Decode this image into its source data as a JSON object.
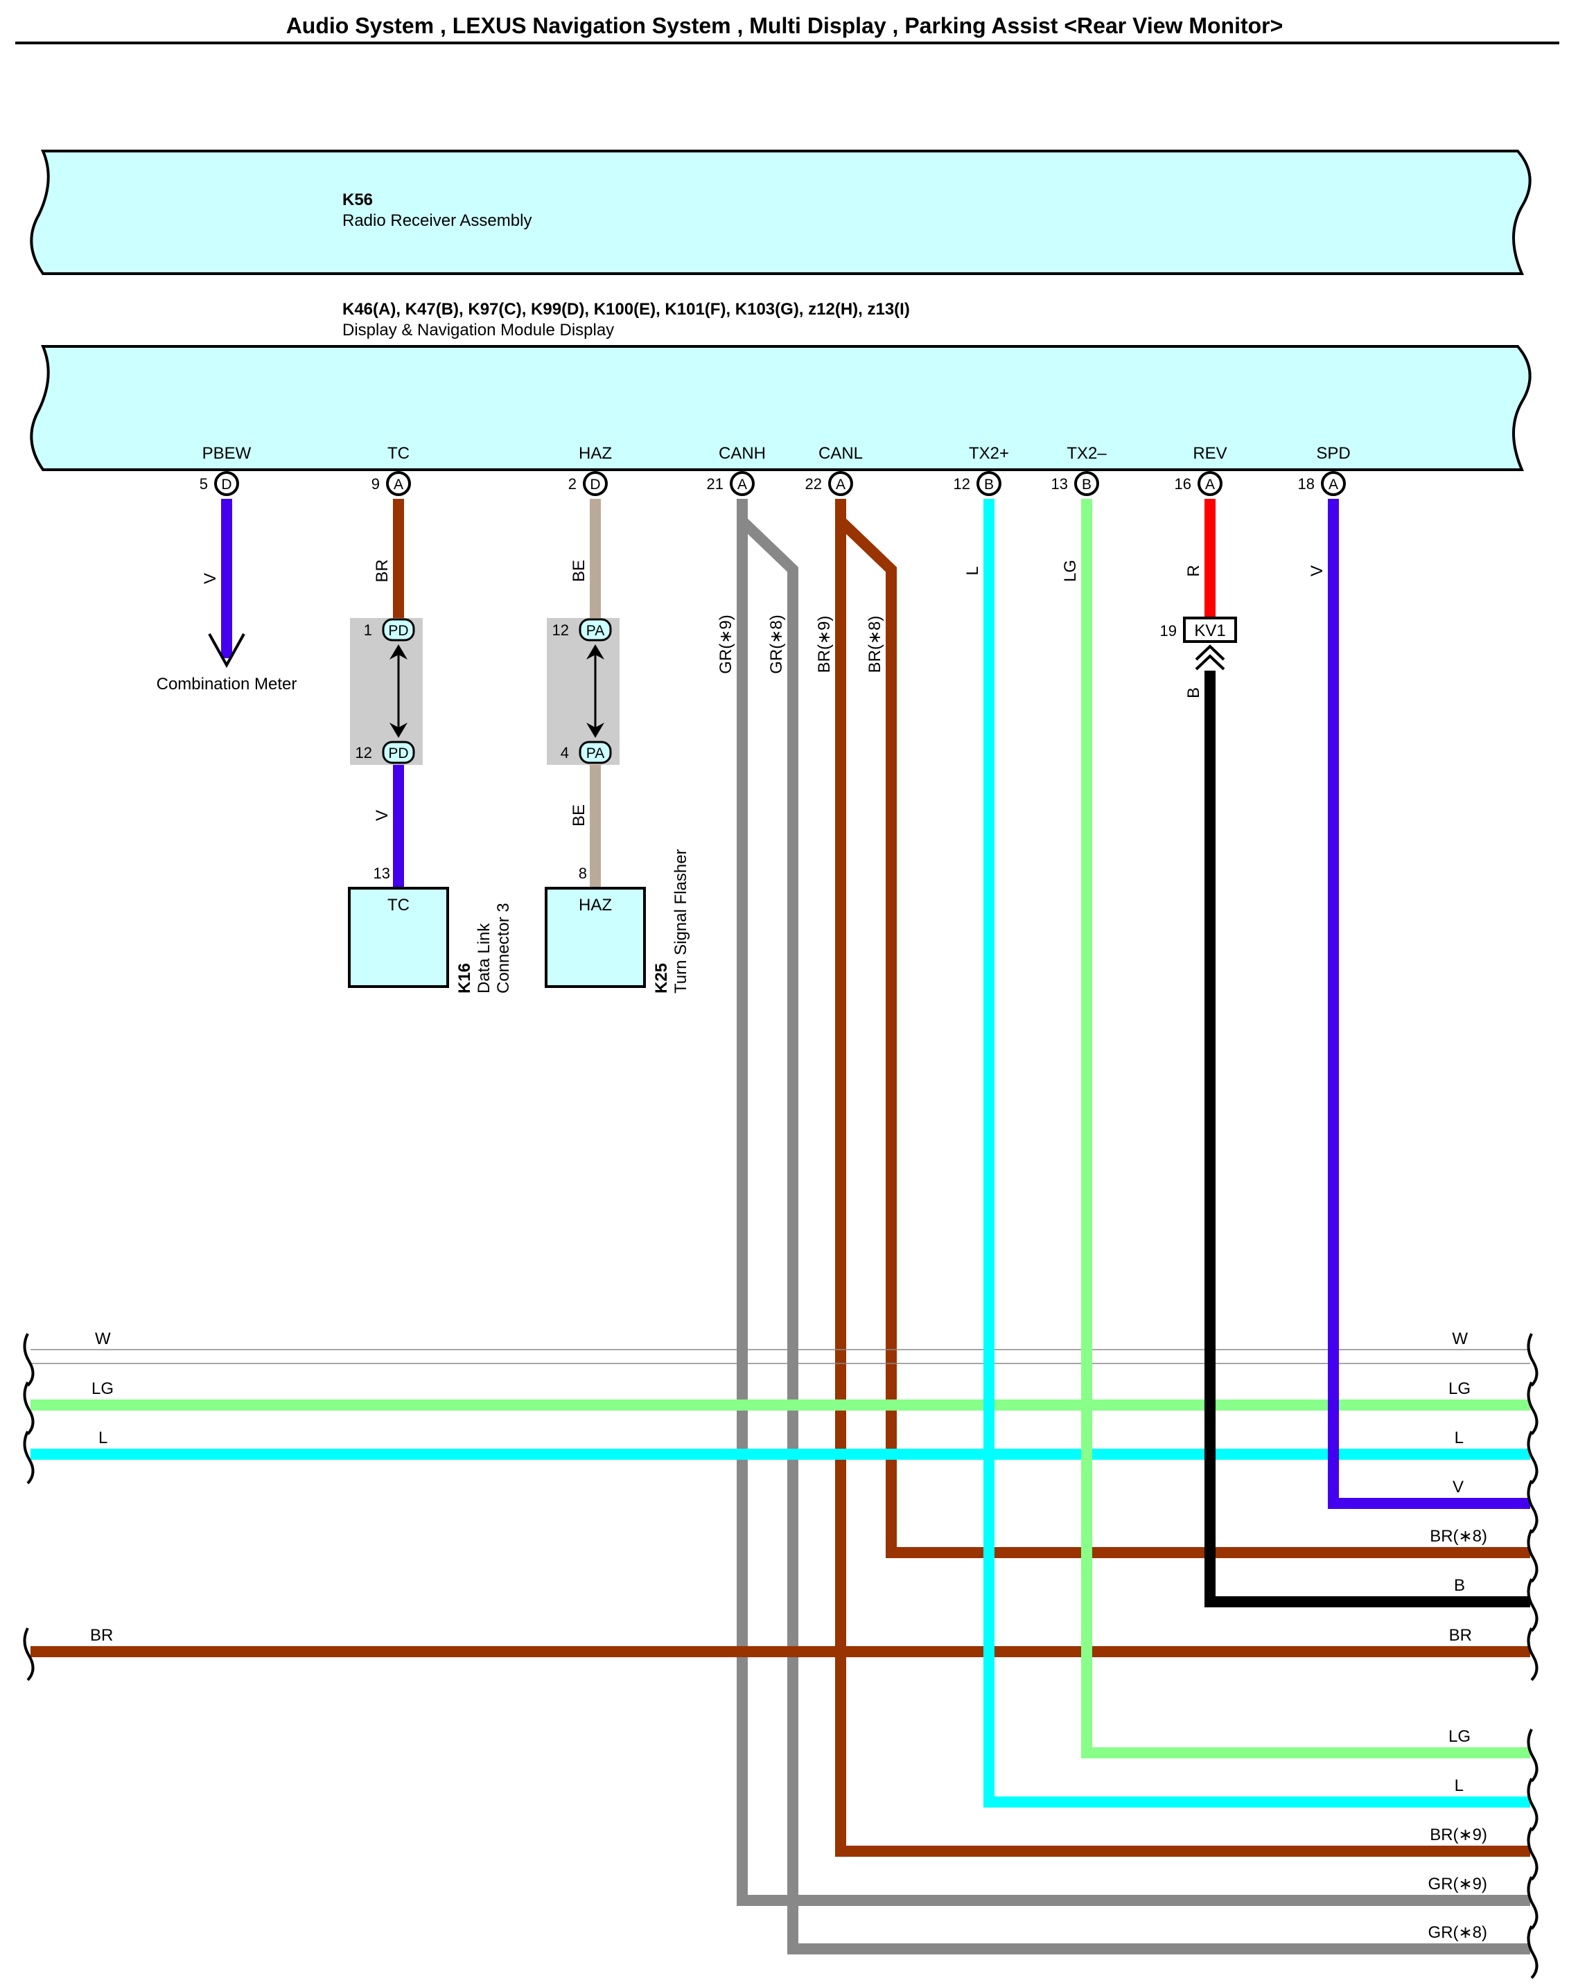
{
  "title": "Audio System , LEXUS Navigation System , Multi Display , Parking Assist <Rear View Monitor>",
  "components": {
    "radio": {
      "code": "K56",
      "name": "Radio Receiver Assembly"
    },
    "display": {
      "code": "K46(A), K47(B), K97(C), K99(D), K100(E), K101(F), K103(G), z12(H), z13(I)",
      "name": "Display & Navigation Module Display"
    },
    "dlc3": {
      "code": "K16",
      "name_line1": "Data Link",
      "name_line2": "Connector 3",
      "terminal": "TC",
      "pin": "13"
    },
    "flasher": {
      "code": "K25",
      "name": "Turn Signal Flasher",
      "terminal": "HAZ",
      "pin": "8"
    },
    "combination_meter": "Combination Meter"
  },
  "terminals": [
    {
      "name": "PBEW",
      "pin": "5",
      "conn": "D",
      "wire": "V"
    },
    {
      "name": "TC",
      "pin": "9",
      "conn": "A",
      "wire": "BR"
    },
    {
      "name": "HAZ",
      "pin": "2",
      "conn": "D",
      "wire": "BE"
    },
    {
      "name": "CANH",
      "pin": "21",
      "conn": "A",
      "wire_a": "GR(∗9)",
      "wire_b": "GR(∗8)"
    },
    {
      "name": "CANL",
      "pin": "22",
      "conn": "A",
      "wire_a": "BR(∗9)",
      "wire_b": "BR(∗8)"
    },
    {
      "name": "TX2+",
      "pin": "12",
      "conn": "B",
      "wire": "L"
    },
    {
      "name": "TX2–",
      "pin": "13",
      "conn": "B",
      "wire": "LG"
    },
    {
      "name": "REV",
      "pin": "16",
      "conn": "A",
      "wire": "R"
    },
    {
      "name": "SPD",
      "pin": "18",
      "conn": "A",
      "wire": "V"
    }
  ],
  "inline_connectors": {
    "pd": {
      "id": "PD",
      "pin_top": "1",
      "pin_bottom": "12",
      "wire_below": "V"
    },
    "pa": {
      "id": "PA",
      "pin_top": "12",
      "pin_bottom": "4",
      "wire_below": "BE"
    },
    "kv1": {
      "id": "KV1",
      "pin": "19",
      "wire_below": "B"
    }
  },
  "bus_labels_left": {
    "w": "W",
    "lg": "LG",
    "l": "L",
    "br": "BR"
  },
  "bus_labels_right": [
    "W",
    "LG",
    "L",
    "V",
    "BR(∗8)",
    "B",
    "BR",
    "LG",
    "L",
    "BR(∗9)",
    "GR(∗9)",
    "GR(∗8)"
  ],
  "colors": {
    "module_fill": "#ccffff",
    "V": "#4400ee",
    "BR": "#993300",
    "BE": "#bbaa99",
    "GR": "#888888",
    "L": "#00ffff",
    "LG": "#88ff88",
    "R": "#ff0000",
    "B": "#000000",
    "inline_bg": "#cccccc"
  }
}
